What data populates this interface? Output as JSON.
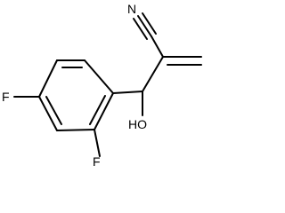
{
  "molecule": {
    "atoms": {
      "nitrile_nitrogen": "N",
      "fluorine_para": "F",
      "fluorine_ortho": "F",
      "hydroxyl": "HO"
    }
  }
}
